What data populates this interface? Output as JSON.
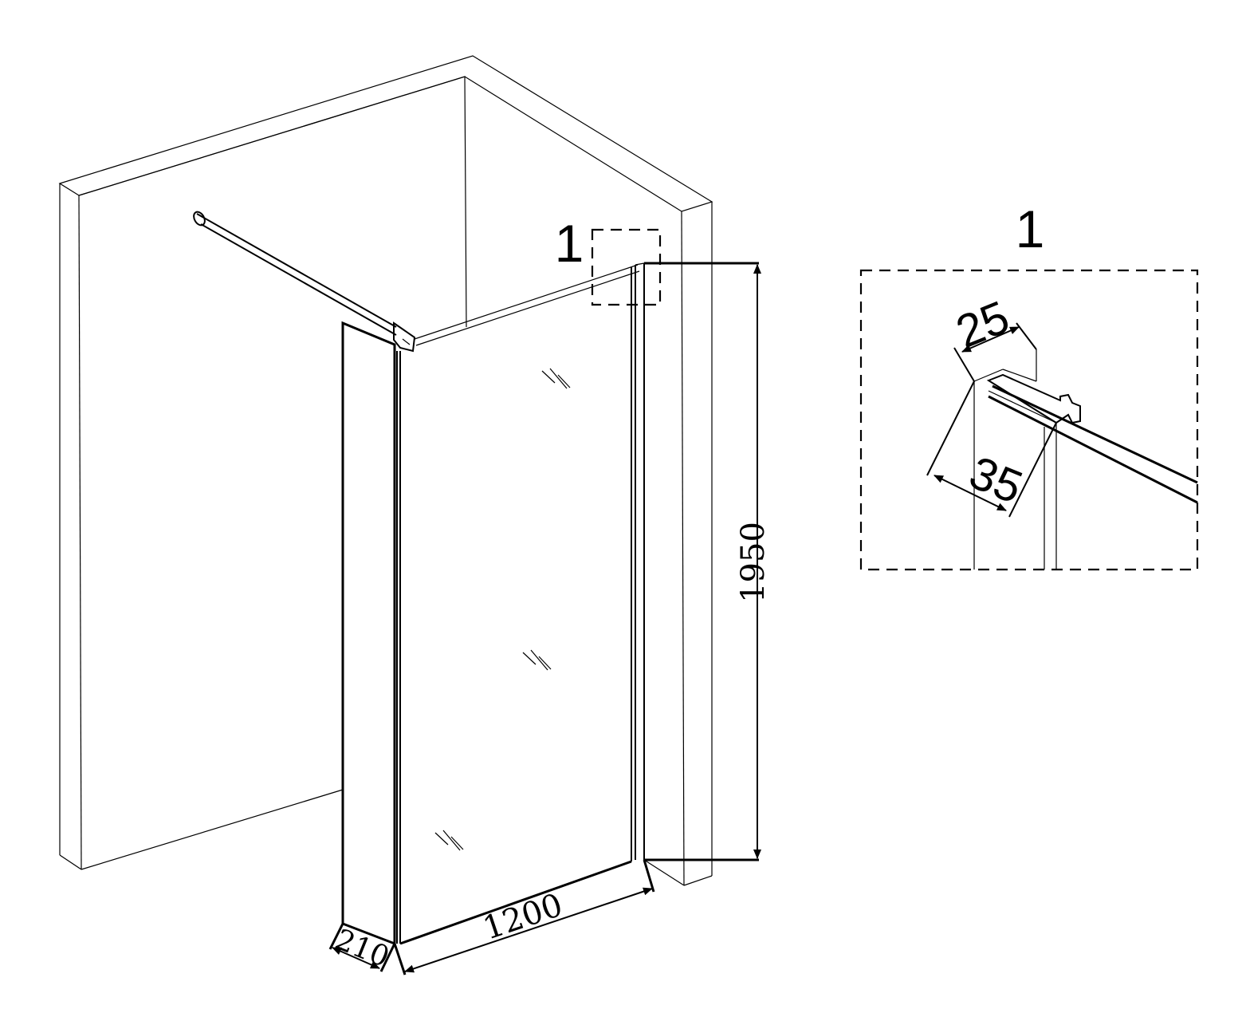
{
  "diagram": {
    "detail_marker": "1",
    "detail_title": "1",
    "dimensions": {
      "height": "1950",
      "width": "1200",
      "depth": "210",
      "profile_width": "25",
      "profile_depth": "35"
    },
    "line_color": "#000000",
    "background_color": "#ffffff"
  }
}
